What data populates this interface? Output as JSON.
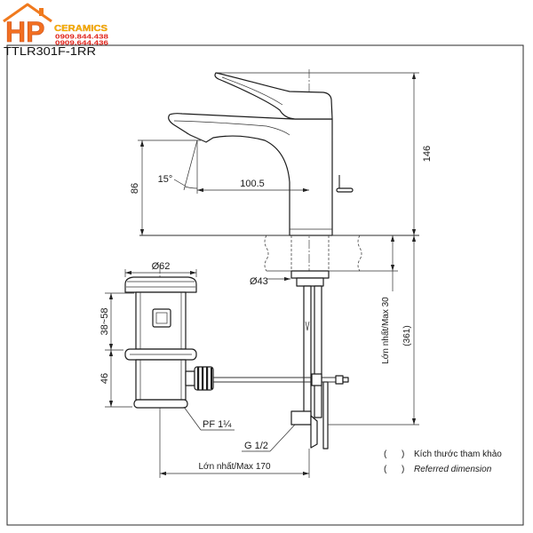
{
  "logo": {
    "letters": "HP",
    "brand": "CERAMICS",
    "phones": [
      "0909.844.438",
      "0909.644.436"
    ]
  },
  "model": "TTLR301F-1RR",
  "faucet": {
    "height_above_counter": "146",
    "spout_outlet_height": "86",
    "flow_angle": "15°",
    "spout_reach": "100.5",
    "shank_diameter": "Ø43",
    "counter_thickness": "Lớn nhất/Max 30",
    "overall_height": "(361)",
    "supply_thread": "G 1/2"
  },
  "drain": {
    "flange_diameter": "Ø62",
    "adjust_range": "38~58",
    "lower_height": "46",
    "outlet_thread": "PF 1¼",
    "max_offset": "Lớn nhất/Max 170"
  },
  "legend": [
    {
      "marker": "(      )",
      "text": "Kích thước tham khảo"
    },
    {
      "marker": "(      )",
      "text": "Referred dimension"
    }
  ],
  "colors": {
    "line": "#222222",
    "logo_orange": "#f26f21",
    "logo_yellow": "#f5b800",
    "logo_red": "#e0241b"
  }
}
